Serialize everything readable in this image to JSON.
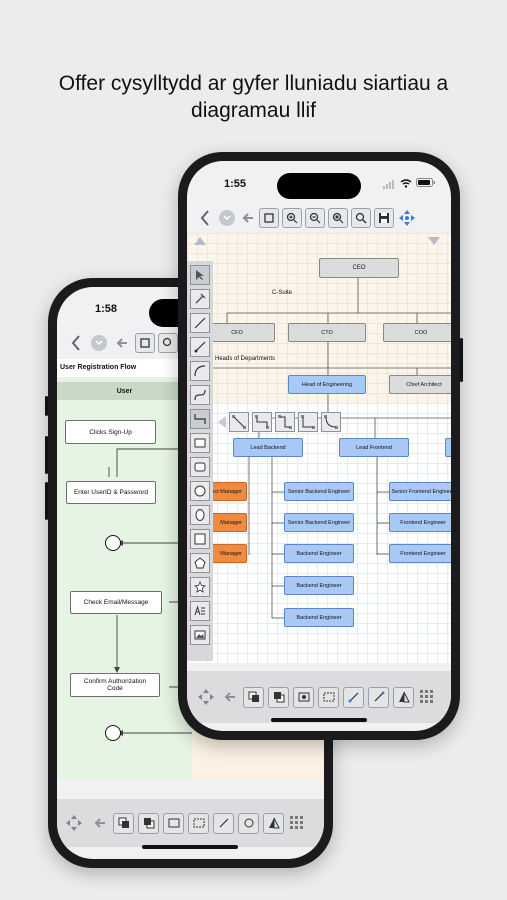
{
  "headline": {
    "line1": "Offer cysylltydd ar gyfer lluniadu siartiau a",
    "line2": "diagramau llif"
  },
  "back_phone": {
    "status_time": "1:58",
    "diagram_title": "User Registration Flow",
    "lane_header": "User",
    "nodes": {
      "signup": "Clicks Sign-Up",
      "enter_credentials": "Enter UserID & Password",
      "check_email": "Check Email/Message",
      "confirm_code_1": "Confirm Authorization",
      "confirm_code_2": "Code"
    }
  },
  "front_phone": {
    "status_time": "1:55",
    "org": {
      "ceo": "CEO",
      "c_suite_label": "C-Suite",
      "cfo": "CFO",
      "cto": "CTO",
      "coo": "COO",
      "heads_label": "Heads of Departments",
      "head_engineering": "Head of Engineering",
      "chief_architect": "Chief Architect",
      "lead_backend": "Lead Backend",
      "lead_frontend": "Lead Frontend",
      "product_manager": "Product Manager",
      "manager_1": "Manager",
      "manager_2": "Manager",
      "senior_backend_1": "Senior Backend Engineer",
      "senior_backend_2": "Senior Backend Engineer",
      "backend_1": "Backend Engineer",
      "backend_2": "Backend Engineer",
      "backend_3": "Backend Engineer",
      "senior_frontend": "Senior Frontend Engineer",
      "frontend_1": "Frontend Engineer",
      "frontend_2": "Frontend Engineer"
    }
  },
  "colors": {
    "blue_node": "#a8c8f5",
    "orange_node": "#f08a43",
    "gray_node": "#dcdcdc",
    "lane_green": "#e6f4e3",
    "header_band": "#fbf1e4"
  }
}
